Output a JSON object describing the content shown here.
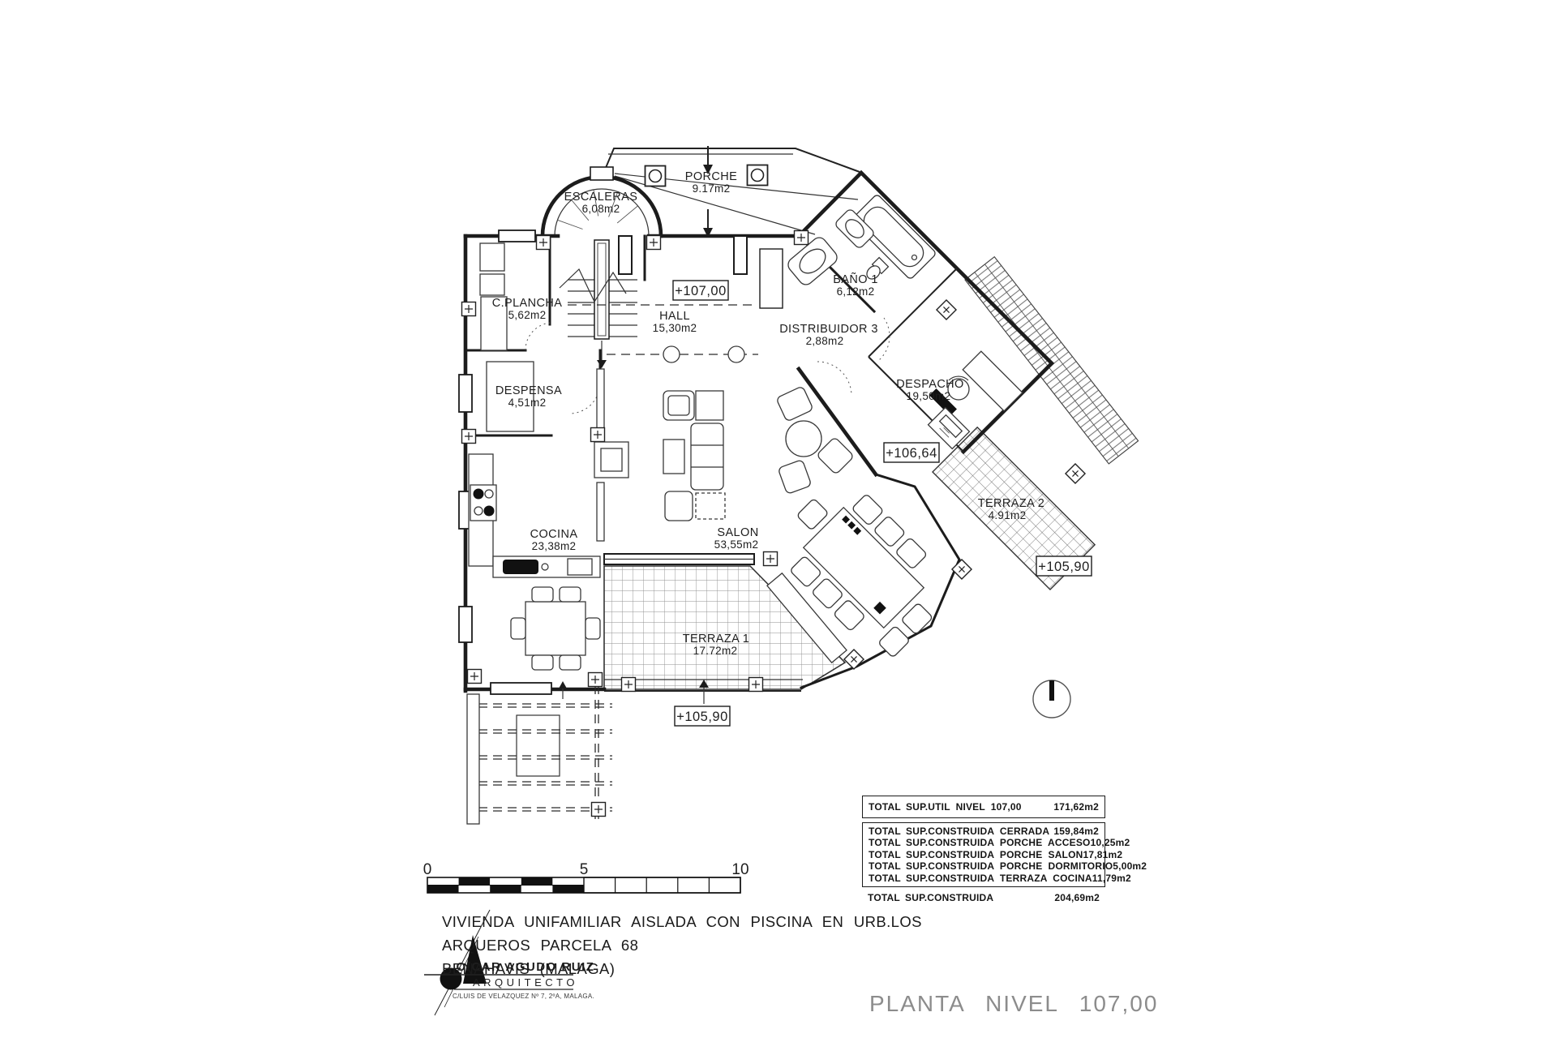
{
  "plan_title": "PLANTA  NIVEL  107,00",
  "project": {
    "line1": "VIVIENDA UNIFAMILIAR AISLADA CON PISCINA EN URB.LOS ARQUEROS PARCELA 68",
    "line2": "BENAHAVIS (MALAGA)"
  },
  "stamp": {
    "name": "O/CAR AGUDO RUIZ",
    "role": "ARQUITECTO",
    "address": "C/LUIS DE VELAZQUEZ Nº 7, 2ºA, MALAGA."
  },
  "scalebar": {
    "zero": "0",
    "five": "5",
    "ten": "10"
  },
  "levels": {
    "hall": "+107,00",
    "despacho": "+106,64",
    "terraza2": "+105,90",
    "terraza1": "+105,90"
  },
  "rooms": {
    "porche": {
      "name": "PORCHE",
      "area": "9.17m2"
    },
    "escaleras": {
      "name": "ESCALERAS",
      "area": "6,08m2"
    },
    "cplancha": {
      "name": "C.PLANCHA",
      "area": "5,62m2"
    },
    "hall": {
      "name": "HALL",
      "area": "15,30m2"
    },
    "bano1": {
      "name": "BAÑO 1",
      "area": "6,12m2"
    },
    "distribuidor": {
      "name": "DISTRIBUIDOR 3",
      "area": "2,88m2"
    },
    "despensa": {
      "name": "DESPENSA",
      "area": "4,51m2"
    },
    "despacho": {
      "name": "DESPACHO",
      "area": "19,50m2"
    },
    "cocina": {
      "name": "COCINA",
      "area": "23,38m2"
    },
    "salon": {
      "name": "SALON",
      "area": "53,55m2"
    },
    "terraza1": {
      "name": "TERRAZA 1",
      "area": "17.72m2"
    },
    "terraza2": {
      "name": "TERRAZA 2",
      "area": "4.91m2"
    }
  },
  "summary": {
    "util": {
      "c1": "TOTAL",
      "c2": "SUP.UTIL  NIVEL  107,00",
      "val": "171,62m2"
    },
    "rows": [
      {
        "c1": "TOTAL",
        "c2": "SUP.CONSTRUIDA  CERRADA",
        "val": "159,84m2"
      },
      {
        "c1": "TOTAL",
        "c2": "SUP.CONSTRUIDA  PORCHE  ACCESO",
        "val": "10,25m2"
      },
      {
        "c1": "TOTAL",
        "c2": "SUP.CONSTRUIDA  PORCHE  SALON",
        "val": "17,81m2"
      },
      {
        "c1": "TOTAL",
        "c2": "SUP.CONSTRUIDA  PORCHE  DORMITORIO",
        "val": "5,00m2"
      },
      {
        "c1": "TOTAL",
        "c2": "SUP.CONSTRUIDA  TERRAZA  COCINA",
        "val": "11,79m2"
      }
    ],
    "total": {
      "c1": "TOTAL",
      "c2": "SUP.CONSTRUIDA",
      "val": "204,69m2"
    }
  }
}
